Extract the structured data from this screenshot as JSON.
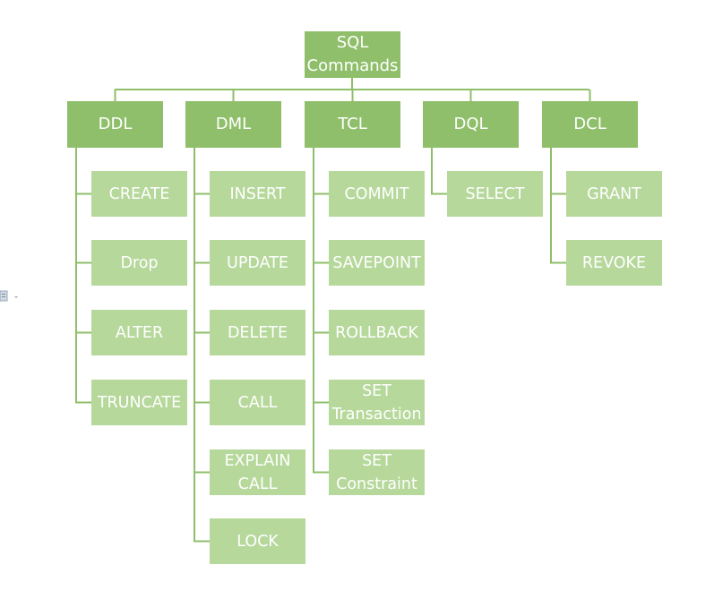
{
  "diagram": {
    "root": "SQL Commands",
    "categories": [
      {
        "label": "DDL",
        "items": [
          "CREATE",
          "Drop",
          "ALTER",
          "TRUNCATE"
        ]
      },
      {
        "label": "DML",
        "items": [
          "INSERT",
          "UPDATE",
          "DELETE",
          "CALL",
          "EXPLAIN CALL",
          "LOCK"
        ]
      },
      {
        "label": "TCL",
        "items": [
          "COMMIT",
          "SAVEPOINT",
          "ROLLBACK",
          "SET Transaction",
          "SET Constraint"
        ]
      },
      {
        "label": "DQL",
        "items": [
          "SELECT"
        ]
      },
      {
        "label": "DCL",
        "items": [
          "GRANT",
          "REVOKE"
        ]
      }
    ],
    "colors": {
      "level1": "#8fbf6a",
      "level2": "#b6d89b",
      "connector": "#8fbf6a",
      "text": "#ffffff"
    },
    "side_icon": "document-paste-icon"
  }
}
